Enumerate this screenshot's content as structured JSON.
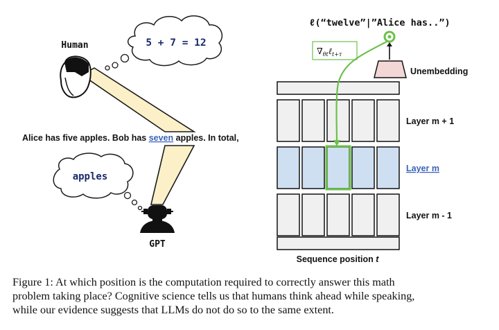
{
  "left": {
    "human_label": "Human",
    "human_thought": "5 + 7 = 12",
    "sentence": {
      "before": "Alice has five apples. Bob has ",
      "highlight": "seven",
      "after": " apples. In total,"
    },
    "gpt_thought": "apples",
    "gpt_label": "GPT"
  },
  "right": {
    "loss_label": "ℓ(“twelve”|”Alice has..”)",
    "gradient_label": "∇θtℓt+τ",
    "unembedding_label": "Unembedding",
    "layers": [
      {
        "label": "Layer m + 1",
        "style": "plain"
      },
      {
        "label": "Layer m",
        "style": "highlight"
      },
      {
        "label": "Layer m - 1",
        "style": "plain"
      }
    ],
    "x_axis_label": "Sequence position ",
    "x_axis_var": "t"
  },
  "caption": {
    "line1": "Figure 1:  At which position is the computation required to correctly answer this math",
    "line2": "problem taking place? Cognitive science tells us that humans think ahead while speaking,",
    "line3": "while our evidence suggests that LLMs do not do so to the same extent."
  },
  "colors": {
    "beam": "#fbf0c8",
    "cell_blue": "#cfdff2",
    "cell_plain": "#f0f0f0",
    "green": "#6cc04a",
    "link_blue": "#3a63b8",
    "unembedding": "#f3d6d6"
  }
}
